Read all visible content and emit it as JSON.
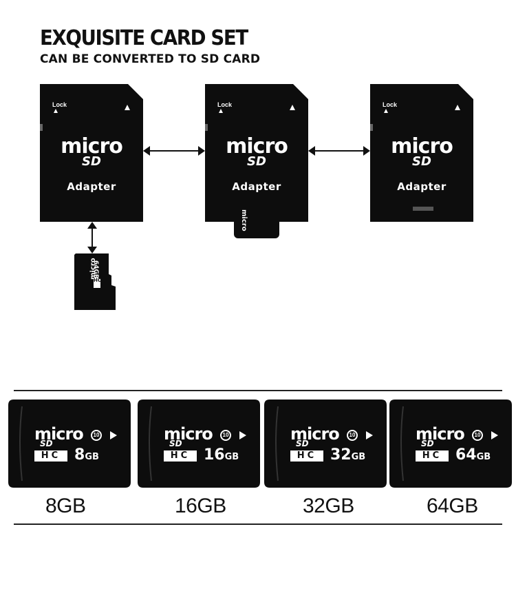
{
  "header": {
    "title": "EXQUISITE CARD SET",
    "subtitle": "CAN BE CONVERTED TO SD CARD"
  },
  "adapters": [
    {
      "lock": "Lock",
      "logo_micro": "micro",
      "logo_sd": "SD",
      "label": "Adapter"
    },
    {
      "lock": "Lock",
      "logo_micro": "micro",
      "logo_sd": "SD",
      "label": "Adapter"
    },
    {
      "lock": "Lock",
      "logo_micro": "micro",
      "logo_sd": "SD",
      "label": "Adapter"
    }
  ],
  "small_card": {
    "logo_micro": "micro",
    "logo_hc": "HC",
    "capacity": "64GB"
  },
  "cards": [
    {
      "logo_micro": "micro",
      "logo_sd": "SD",
      "logo_hc": "HC",
      "class": "10",
      "capacity_num": "8",
      "capacity_unit": "GB",
      "caption": "8GB"
    },
    {
      "logo_micro": "micro",
      "logo_sd": "SD",
      "logo_hc": "HC",
      "class": "10",
      "capacity_num": "16",
      "capacity_unit": "GB",
      "caption": "16GB"
    },
    {
      "logo_micro": "micro",
      "logo_sd": "SD",
      "logo_hc": "HC",
      "class": "10",
      "capacity_num": "32",
      "capacity_unit": "GB",
      "caption": "32GB"
    },
    {
      "logo_micro": "micro",
      "logo_sd": "SD",
      "logo_hc": "HC",
      "class": "10",
      "capacity_num": "64",
      "capacity_unit": "GB",
      "caption": "64GB"
    }
  ],
  "colors": {
    "card": "#0d0d0d",
    "text": "#111111",
    "background": "#ffffff"
  }
}
